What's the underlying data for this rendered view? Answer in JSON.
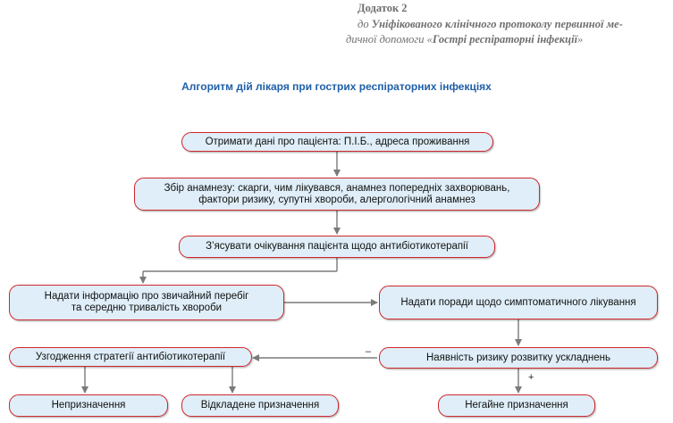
{
  "header": {
    "appendix": "Додаток 2",
    "line1_prefix": "до",
    "line1_rest": "Уніфікованого клінічного протоколу первинної ме-",
    "line2_start": "дичної допомоги «",
    "line2_bold": "Гострі респіраторні інфекції",
    "line2_end": "»"
  },
  "title": "Алгоритм дій лікаря при гострих респіраторних інфекціях",
  "nodes": {
    "get_data": "Отримати дані про пацієнта: П.І.Б., адреса проживання",
    "anamnesis_1": "Збір анамнезу: скарги, чим лікувався, анамнез попередніх захворювань,",
    "anamnesis_2": "фактори ризику, супутні хвороби, алергологічний анамнез",
    "expectations": "З’ясувати очікування пацієнта щодо антибіотикотерапії",
    "inform_1": "Надати інформацію про звичайний перебіг",
    "inform_2": "та середню тривалість хвороби",
    "symptomatic": "Надати поради щодо симптоматичного лікування",
    "risk": "Наявність ризику розвитку ускладнень",
    "strategy": "Узгодження стратегії антибіотикотерапії",
    "no_prescription": "Непризначення",
    "delayed": "Відкладене призначення",
    "immediate": "Негайне призначення"
  },
  "labels": {
    "minus": "–",
    "plus": "+"
  },
  "colors": {
    "border": "#d0262d",
    "fill": "#dfeef8",
    "arrow": "#7a7a7a",
    "title": "#1f5fa8"
  }
}
